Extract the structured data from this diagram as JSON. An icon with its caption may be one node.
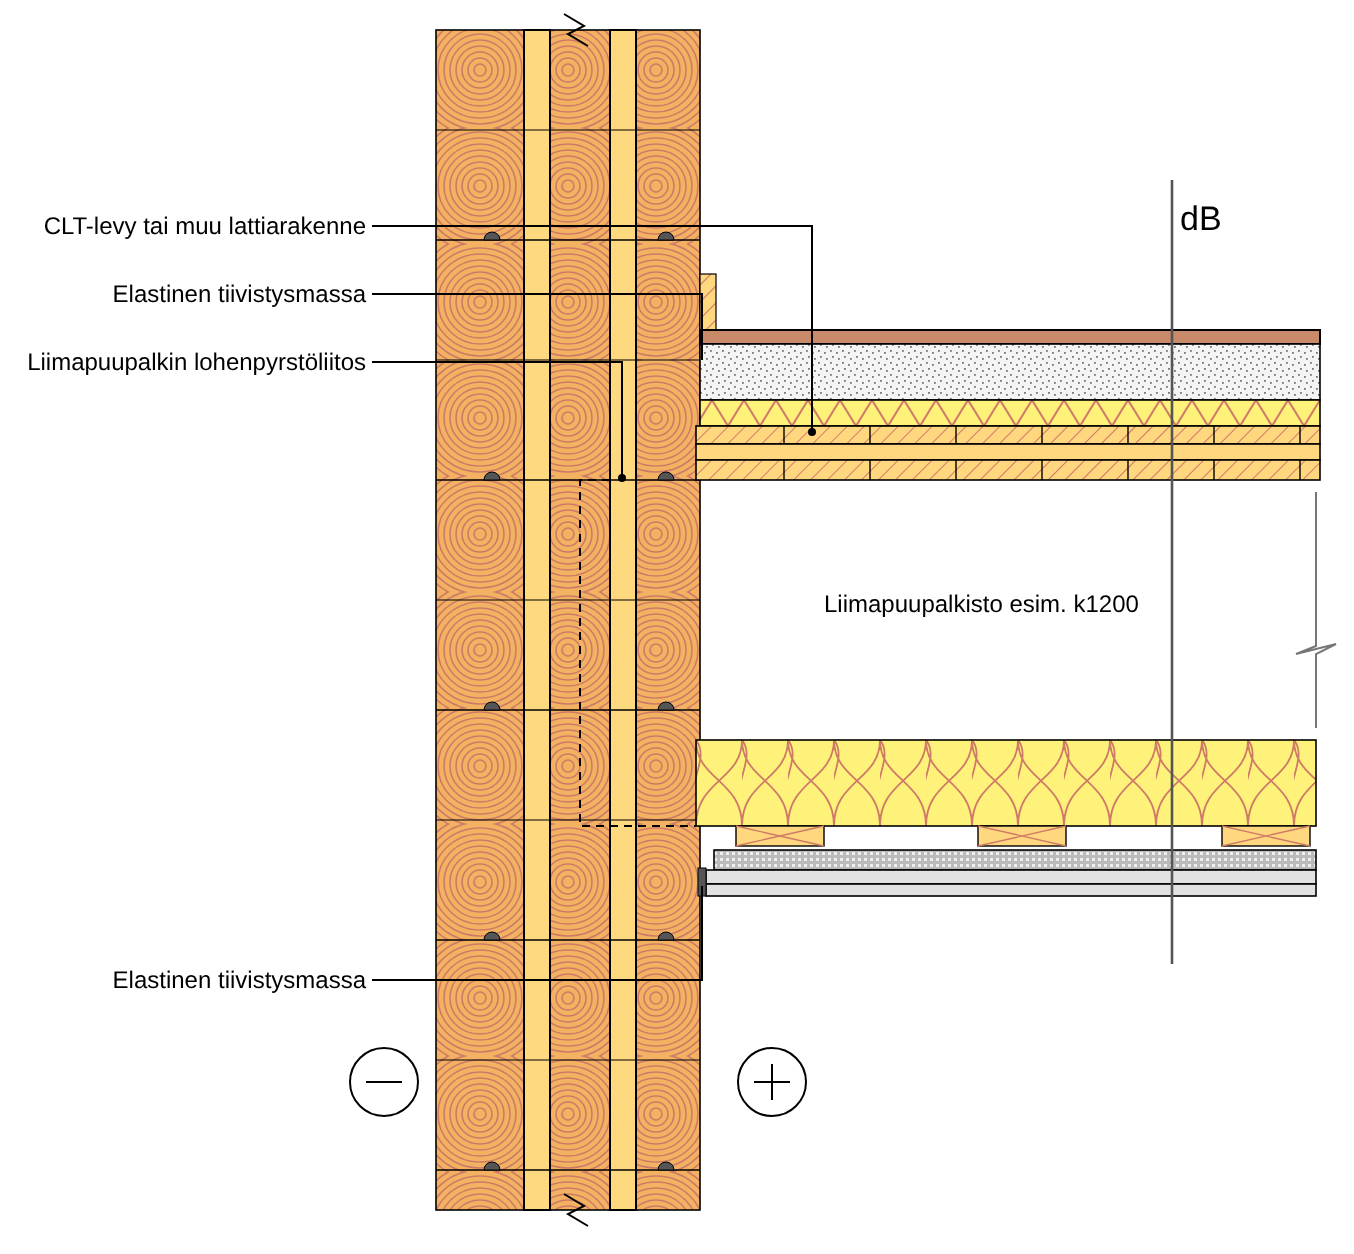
{
  "diagram": {
    "nodes": [
      {
        "text": [
          "CLT-levy tai muu lattiarakenne"
        ]
      },
      {
        "text": [
          "Elastinen tiivistysmassa"
        ]
      },
      {
        "text": [
          "Liimapuupalkin lohenpyrstöliitos"
        ]
      },
      {
        "text": [
          "Elastinen tiivistysmassa"
        ]
      }
    ],
    "edges": [
      {
        "from": 0,
        "to": null,
        "arrow": "other"
      },
      {
        "from": 1,
        "to": null,
        "arrow": "none"
      },
      {
        "from": 2,
        "to": null,
        "arrow": "other"
      },
      {
        "from": 3,
        "to": null,
        "arrow": "none"
      }
    ],
    "labels": [
      "dB",
      "Liimapuupalkisto esim. k1200"
    ]
  }
}
